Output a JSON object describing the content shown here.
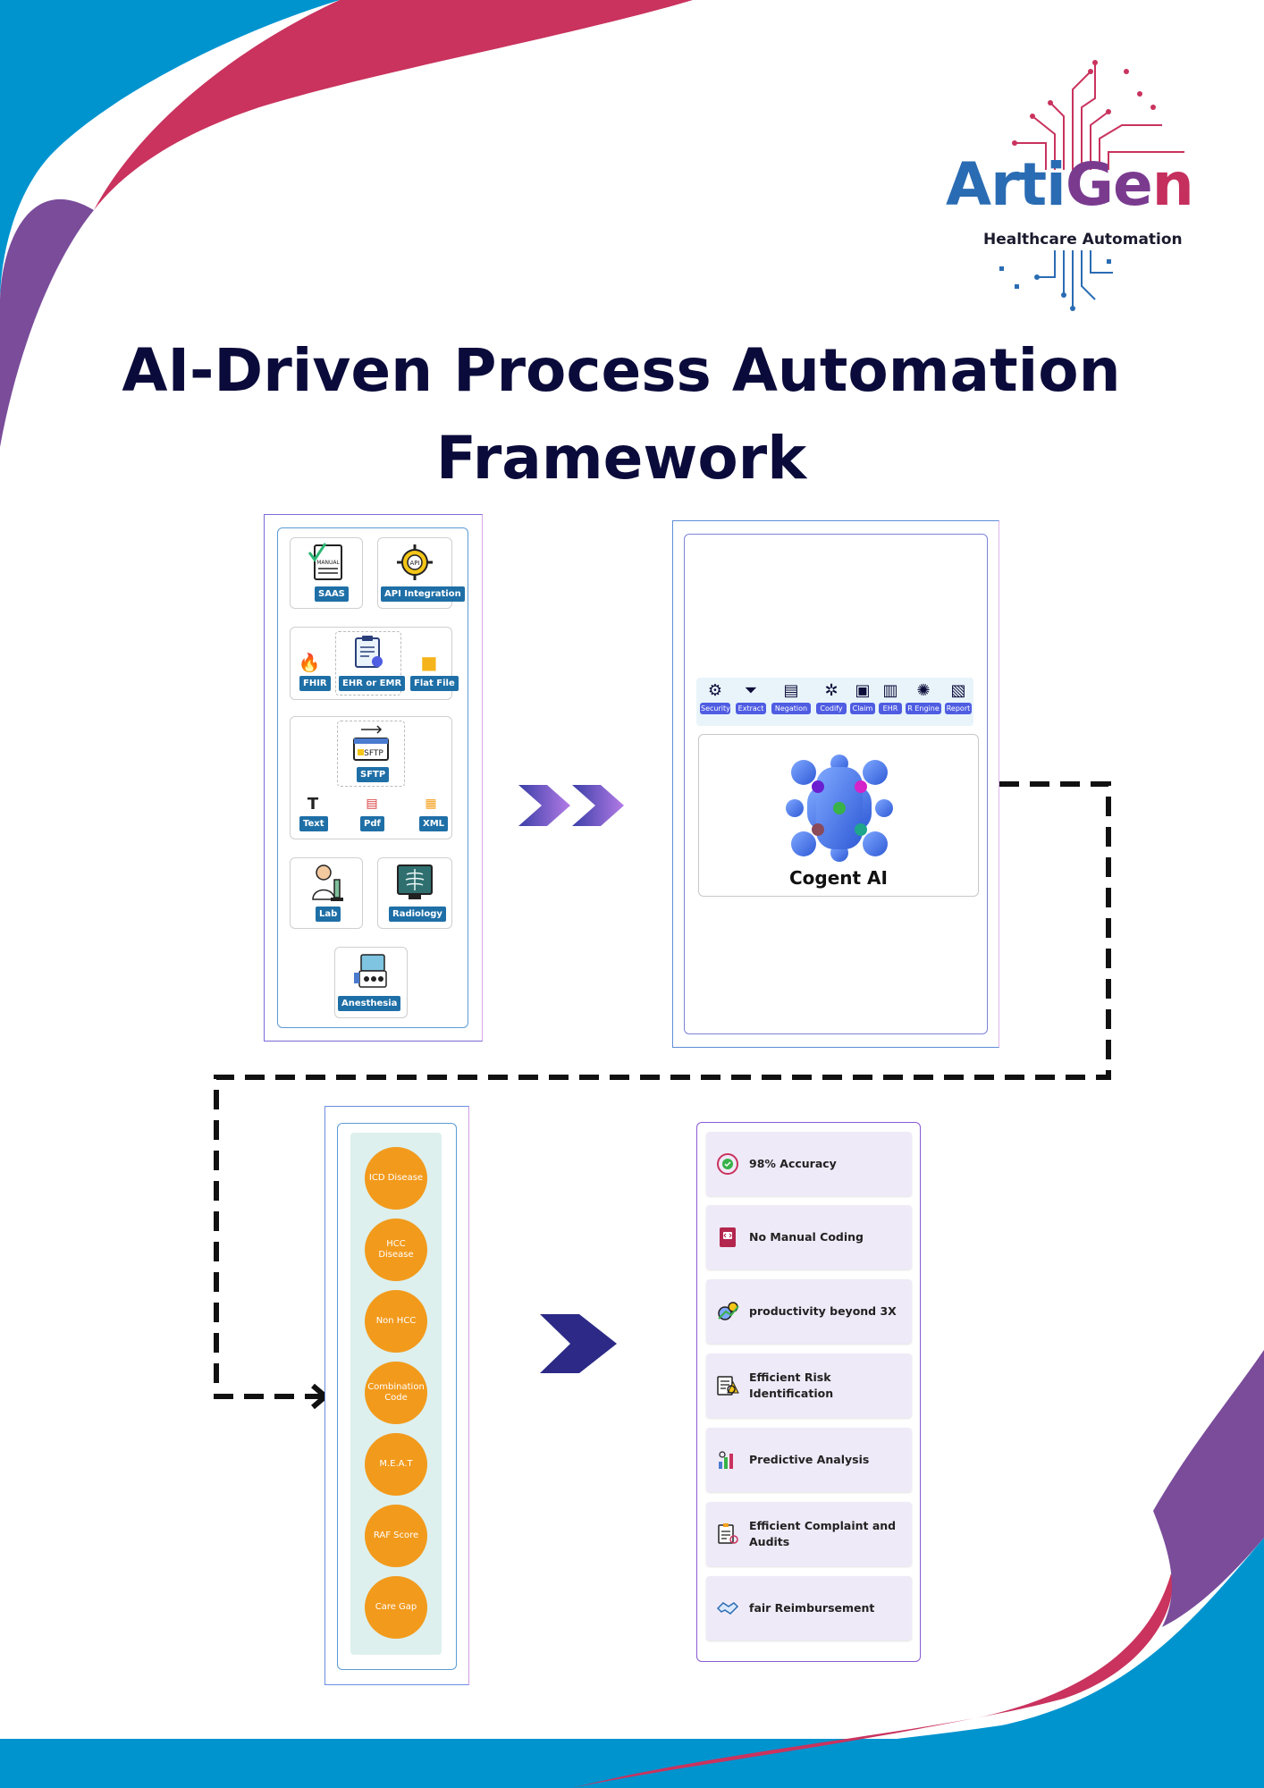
{
  "brand": {
    "logo_parts": [
      "Arti",
      "Ge",
      "n"
    ],
    "tagline": "Healthcare Automation"
  },
  "title": {
    "line1": "AI-Driven Process Automation",
    "line2": "Framework"
  },
  "sources": {
    "saas": "SAAS",
    "api": "API Integration",
    "fhir": "FHIR",
    "ehr": "EHR or EMR",
    "flat_file": "Flat File",
    "sftp": "SFTP",
    "text": "Text",
    "pdf": "Pdf",
    "xml": "XML",
    "lab": "Lab",
    "radiology": "Radiology",
    "anesthesia": "Anesthesia",
    "manual_doc_label": "MANUAL",
    "api_badge": "API",
    "sftp_screen": "SFTP"
  },
  "engine": {
    "modules": [
      "Security",
      "Extract",
      "Negation",
      "Codify",
      "Claim",
      "EHR",
      "R Engine",
      "Report"
    ],
    "name": "Cogent AI"
  },
  "codes": {
    "items": [
      "ICD Disease",
      "HCC Disease",
      "Non HCC",
      "Combination Code",
      "M.E.A.T",
      "RAF Score",
      "Care Gap"
    ]
  },
  "benefits": {
    "items": [
      "98% Accuracy",
      "No Manual Coding",
      "productivity beyond 3X",
      "Efficient Risk Identification",
      "Predictive Analysis",
      "Efficient Complaint and Audits",
      "fair Reimbursement"
    ]
  },
  "colors": {
    "blue": "#0094cf",
    "crimson": "#c9335e",
    "purple": "#7a4c9a",
    "navy": "#0b0b3b",
    "orange": "#f29a1c",
    "tag_blue": "#1f6fa7",
    "module_blue": "#4f5de2"
  }
}
